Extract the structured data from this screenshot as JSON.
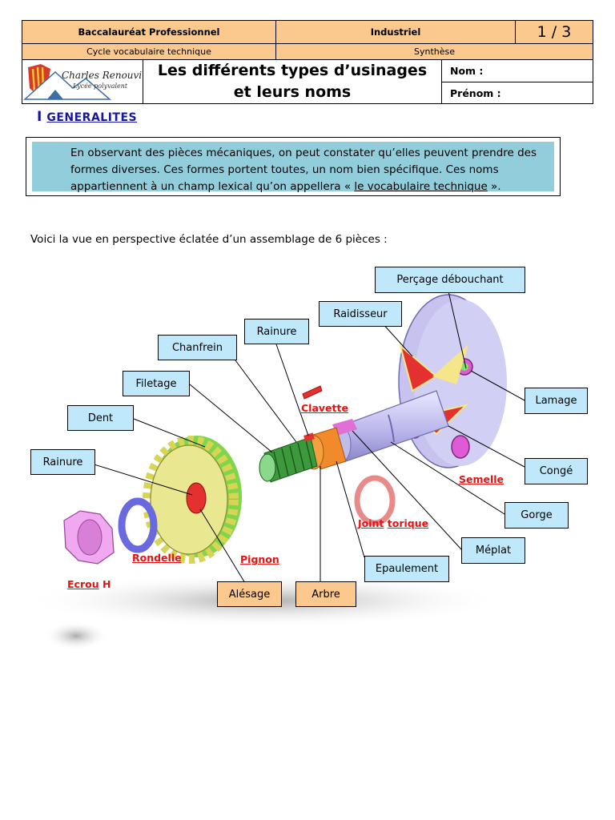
{
  "header": {
    "exam": "Baccalauréat Professionnel",
    "field": "Industriel",
    "page": "1 / 3",
    "cycle": "Cycle vocabulaire technique",
    "doc_type": "Synthèse",
    "school_name": "Charles Renouvier",
    "school_sub": "Lycée polyvalent",
    "title": "Les différents types d’usinages et leurs noms",
    "nom_label": "Nom :",
    "prenom_label": "Prénom :"
  },
  "section": {
    "number": "I",
    "title": "GENERALITES"
  },
  "intro": {
    "text_before": "En observant des pièces mécaniques, on peut constater qu’elles peuvent prendre des formes diverses. Ces formes portent toutes, un nom bien spécifique. Ces noms appartiennent à un champ lexical qu’on appellera « ",
    "text_link": "le vocabulaire technique",
    "text_after": " »."
  },
  "caption": "Voici la vue en perspective éclatée d’un assemblage de 6 pièces :",
  "labels": {
    "percage": "Perçage débouchant",
    "raidisseur": "Raidisseur",
    "rainure_top": "Rainure",
    "chanfrein": "Chanfrein",
    "filetage": "Filetage",
    "dent": "Dent",
    "rainure_left": "Rainure",
    "lamage": "Lamage",
    "conge": "Congé",
    "gorge": "Gorge",
    "meplat": "Méplat",
    "epaulement": "Epaulement",
    "arbre": "Arbre",
    "alesage": "Alésage"
  },
  "parts": {
    "clavette": "Clavette",
    "semelle": "Semelle",
    "joint_a": "Joint",
    "joint_b": "torique",
    "rondelle": "Rondelle",
    "pignon": "Pignon",
    "ecrou_a": "Ecrou",
    "ecrou_b": "H"
  },
  "colors": {
    "orange_cell": "#fbc88e",
    "label_blue": "#bfe9fb",
    "intro_bg": "#92cddc",
    "heading": "#1616a0",
    "part_red": "#e81010"
  }
}
